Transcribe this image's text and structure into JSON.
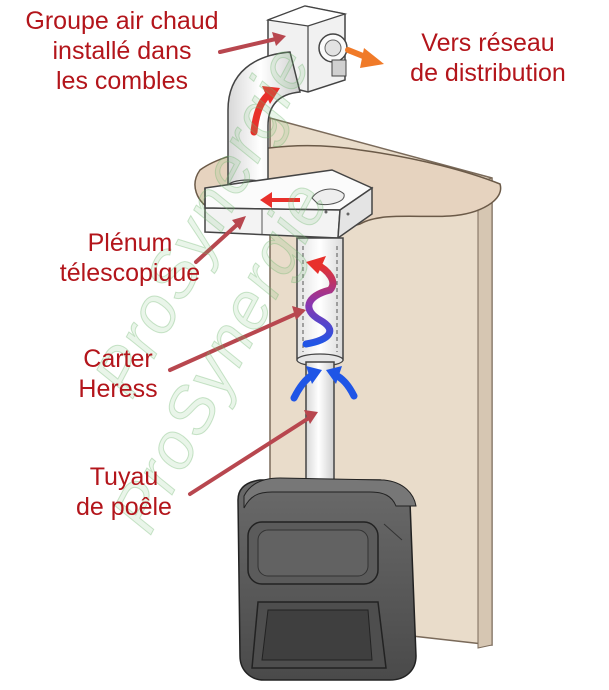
{
  "labels": {
    "groupe": {
      "line1": "Groupe air chaud",
      "line2": "installé dans",
      "line3": "les combles"
    },
    "vers": {
      "line1": "Vers réseau",
      "line2": "de distribution"
    },
    "plenum": {
      "line1": "Plénum",
      "line2": "télescopique"
    },
    "carter": {
      "line1": "Carter",
      "line2": "Heress"
    },
    "tuyau": {
      "line1": "Tuyau",
      "line2": "de poêle"
    }
  },
  "watermark": {
    "text1": "ProSynergie",
    "text2": "ProSynergie"
  },
  "colors": {
    "label_text": "#b3151b",
    "leader_line": "#b8474f",
    "hot_air_arrow": "#e8302b",
    "cold_air_arrow": "#1f55e6",
    "outflow_arrow": "#f07a28",
    "wall": "#e8d9c7",
    "stove": "#555555"
  }
}
